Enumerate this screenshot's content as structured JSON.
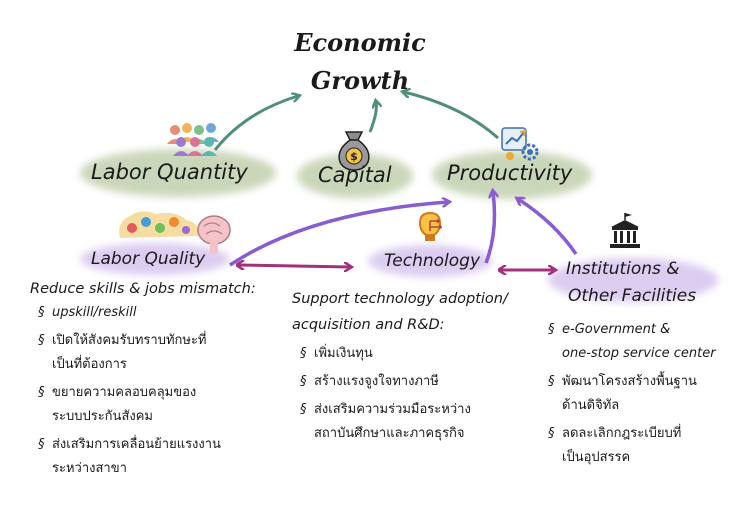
{
  "title": {
    "line1": "Economic",
    "line2": "Growth"
  },
  "nodes": {
    "labor_quantity": "Labor Quantity",
    "capital": "Capital",
    "productivity": "Productivity",
    "labor_quality": "Labor Quality",
    "technology": "Technology",
    "institutions_line1": "Institutions &",
    "institutions_line2": "Other Facilities"
  },
  "labor_quality_box": {
    "heading": "Reduce skills & jobs mismatch:",
    "items": [
      {
        "l1": "upskill/reskill",
        "l2": ""
      },
      {
        "l1": "เปิดให้สังคมรับทราบทักษะที่",
        "l2": "เป็นที่ต้องการ"
      },
      {
        "l1": "ขยายความคลอบคลุมของ",
        "l2": "ระบบประกันสังคม"
      },
      {
        "l1": "ส่งเสริมการเคลื่อนย้ายแรงงาน",
        "l2": "ระหว่างสาขา"
      }
    ]
  },
  "technology_box": {
    "heading1": "Support technology adoption/",
    "heading2": "acquisition and R&D:",
    "items": [
      {
        "l1": "เพิ่มเงินทุน",
        "l2": ""
      },
      {
        "l1": "สร้างแรงจูงใจทางภาษี",
        "l2": ""
      },
      {
        "l1": "ส่งเสริมความร่วมมือระหว่าง",
        "l2": "สถาบันศึกษาและภาคธุรกิจ"
      }
    ]
  },
  "institutions_box": {
    "items": [
      {
        "l1": "e-Government &",
        "l2": "one-stop service center"
      },
      {
        "l1": "พัฒนาโครงสร้างพื้นฐาน",
        "l2": "ด้านดิจิทัล"
      },
      {
        "l1": "ลดละเลิกกฎระเบียบที่",
        "l2": "เป็นอุปสรรค"
      }
    ]
  },
  "bullet_symbol": "§",
  "icons": [
    "people-group-icon",
    "money-bag-icon",
    "productivity-gear-icon",
    "brain-learning-icon",
    "lightbulb-circuit-icon",
    "government-building-icon"
  ],
  "colors": {
    "green_wash": "#b9c9a3",
    "purple_wash": "#cdb7ea",
    "teal_arrow": "#4f8f7a",
    "purple_arrow": "#8a5cd1",
    "magenta_arrow": "#a3307a"
  }
}
